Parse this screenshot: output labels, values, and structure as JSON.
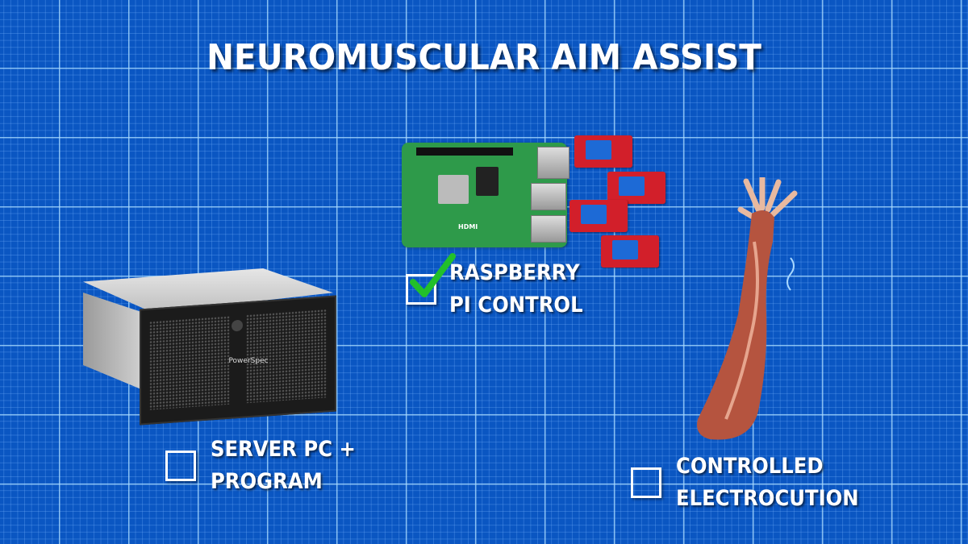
{
  "title": "NEUROMUSCULAR AIM ASSIST",
  "colors": {
    "background": "#0a56c2",
    "grid": "#aadcff",
    "check": "#22c02a",
    "text": "#ffffff"
  },
  "items": [
    {
      "label_line1": "SERVER PC +",
      "label_line2": "PROGRAM",
      "checked": false,
      "image": "server-pc",
      "brand": "PowerSpec"
    },
    {
      "label_line1": "RASPBERRY",
      "label_line2": "PI CONTROL",
      "checked": true,
      "image": "raspberry-pi-with-relays",
      "board_text": "HDMI"
    },
    {
      "label_line1": "CONTROLLED",
      "label_line2": "ELECTROCUTION",
      "checked": false,
      "image": "arm-muscles"
    }
  ]
}
